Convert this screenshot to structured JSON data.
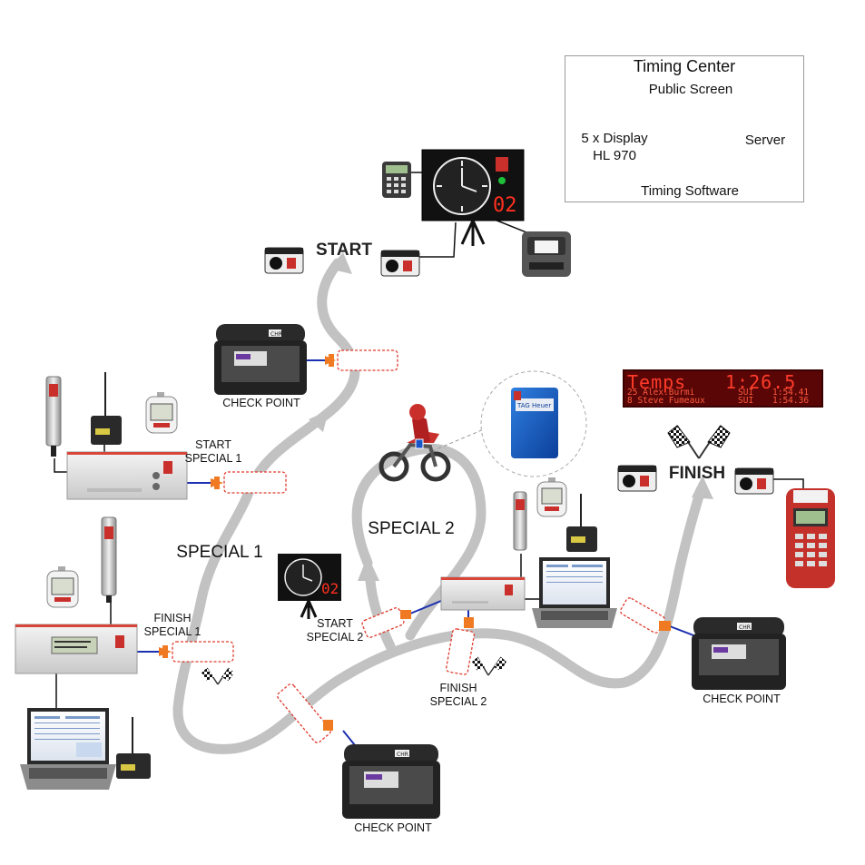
{
  "timing_center": {
    "title": "Timing Center",
    "public_screen": "Public Screen",
    "display_line1": "5 x Display",
    "display_line2": "HL 970",
    "server": "Server",
    "software": "Timing Software"
  },
  "labels": {
    "start": "START",
    "finish": "FINISH",
    "special1": "SPECIAL 1",
    "special2": "SPECIAL 2",
    "check_point_top": "CHECK POINT",
    "check_point_bottom": "CHECK POINT",
    "check_point_right": "CHECK POINT",
    "start_special1_l1": "START",
    "start_special1_l2": "SPECIAL 1",
    "finish_special1_l1": "FINISH",
    "finish_special1_l2": "SPECIAL 1",
    "start_special2_l1": "START",
    "start_special2_l2": "SPECIAL 2",
    "finish_special2_l1": "FINISH",
    "finish_special2_l2": "SPECIAL 2"
  },
  "led_board": {
    "title": "Temps",
    "time": "1:26.5",
    "row1_name": "25 Alex.Burmi",
    "row1_nat": "SUI",
    "row1_time": "1:54.41",
    "row2_name": "8 Steve Fumeaux",
    "row2_nat": "SUI",
    "row2_time": "1:54.36"
  },
  "devices": {
    "big_display_digits": "02",
    "small_display_digits": "02",
    "decoder_text_1": "TAG Heuer",
    "decoder_text_2": "CHR",
    "beacon_text": "TAG Heuer"
  },
  "colors": {
    "track": "#c2c2c2",
    "arrow": "#c2c2c2",
    "loop": "#e03a2e",
    "loop_connector": "#f07a22",
    "cable": "#1b2fb0",
    "led_text": "#ff3b2a"
  },
  "icons": [
    "start-decoder-icon",
    "finish-decoder-icon",
    "clock-display-icon",
    "printer-icon",
    "keypad-icon",
    "motorbike-rider-icon",
    "checkered-flag-icon",
    "laptop-icon",
    "antenna-radio-icon",
    "stopwatch-icon",
    "timing-unit-icon",
    "photocell-pole-icon",
    "server-icon",
    "globe-icon",
    "led-display-icon",
    "handheld-printer-icon",
    "case-decoder-icon"
  ]
}
